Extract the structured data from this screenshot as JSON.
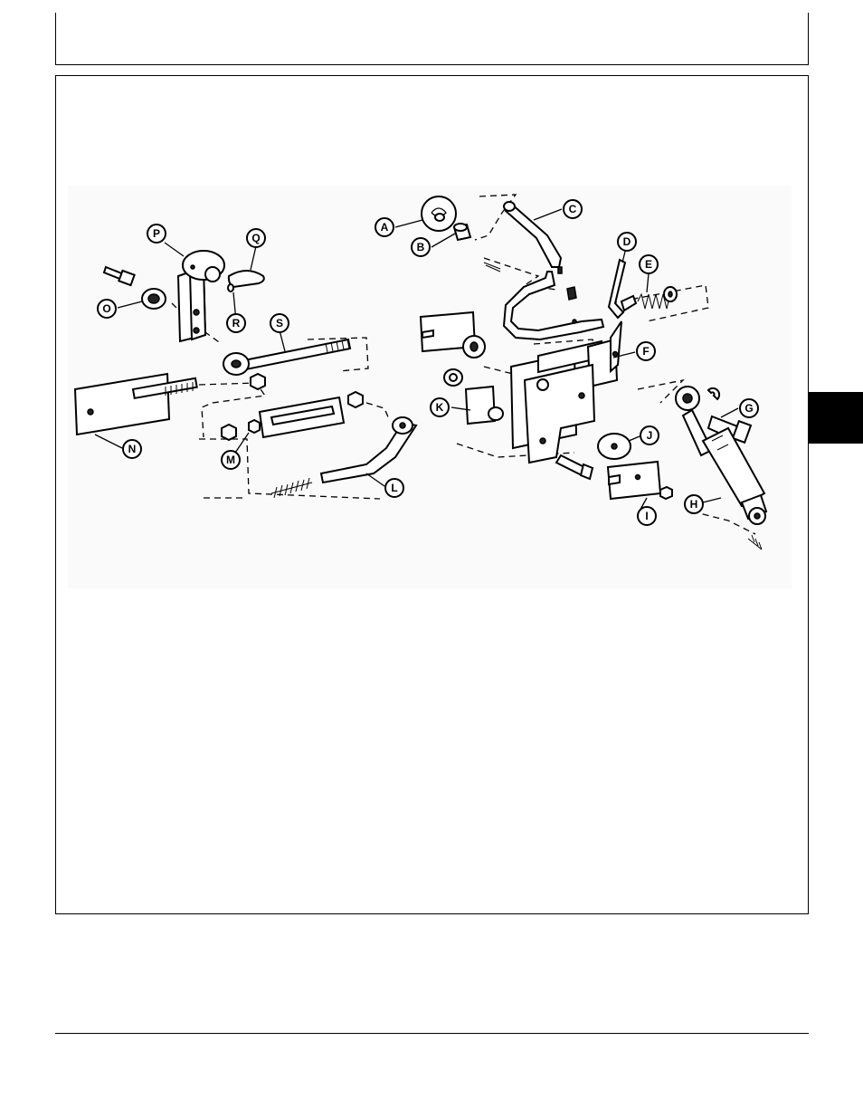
{
  "callouts": {
    "a": "A",
    "b": "B",
    "c": "C",
    "d": "D",
    "e": "E",
    "f": "F",
    "g": "G",
    "h": "H",
    "i": "I",
    "j": "J",
    "k": "K",
    "l": "L",
    "m": "M",
    "n": "N",
    "o": "O",
    "p": "P",
    "q": "Q",
    "r": "R",
    "s": "S"
  },
  "colors": {
    "line": "#000000",
    "tab": "#000000",
    "paper": "#ffffff"
  }
}
